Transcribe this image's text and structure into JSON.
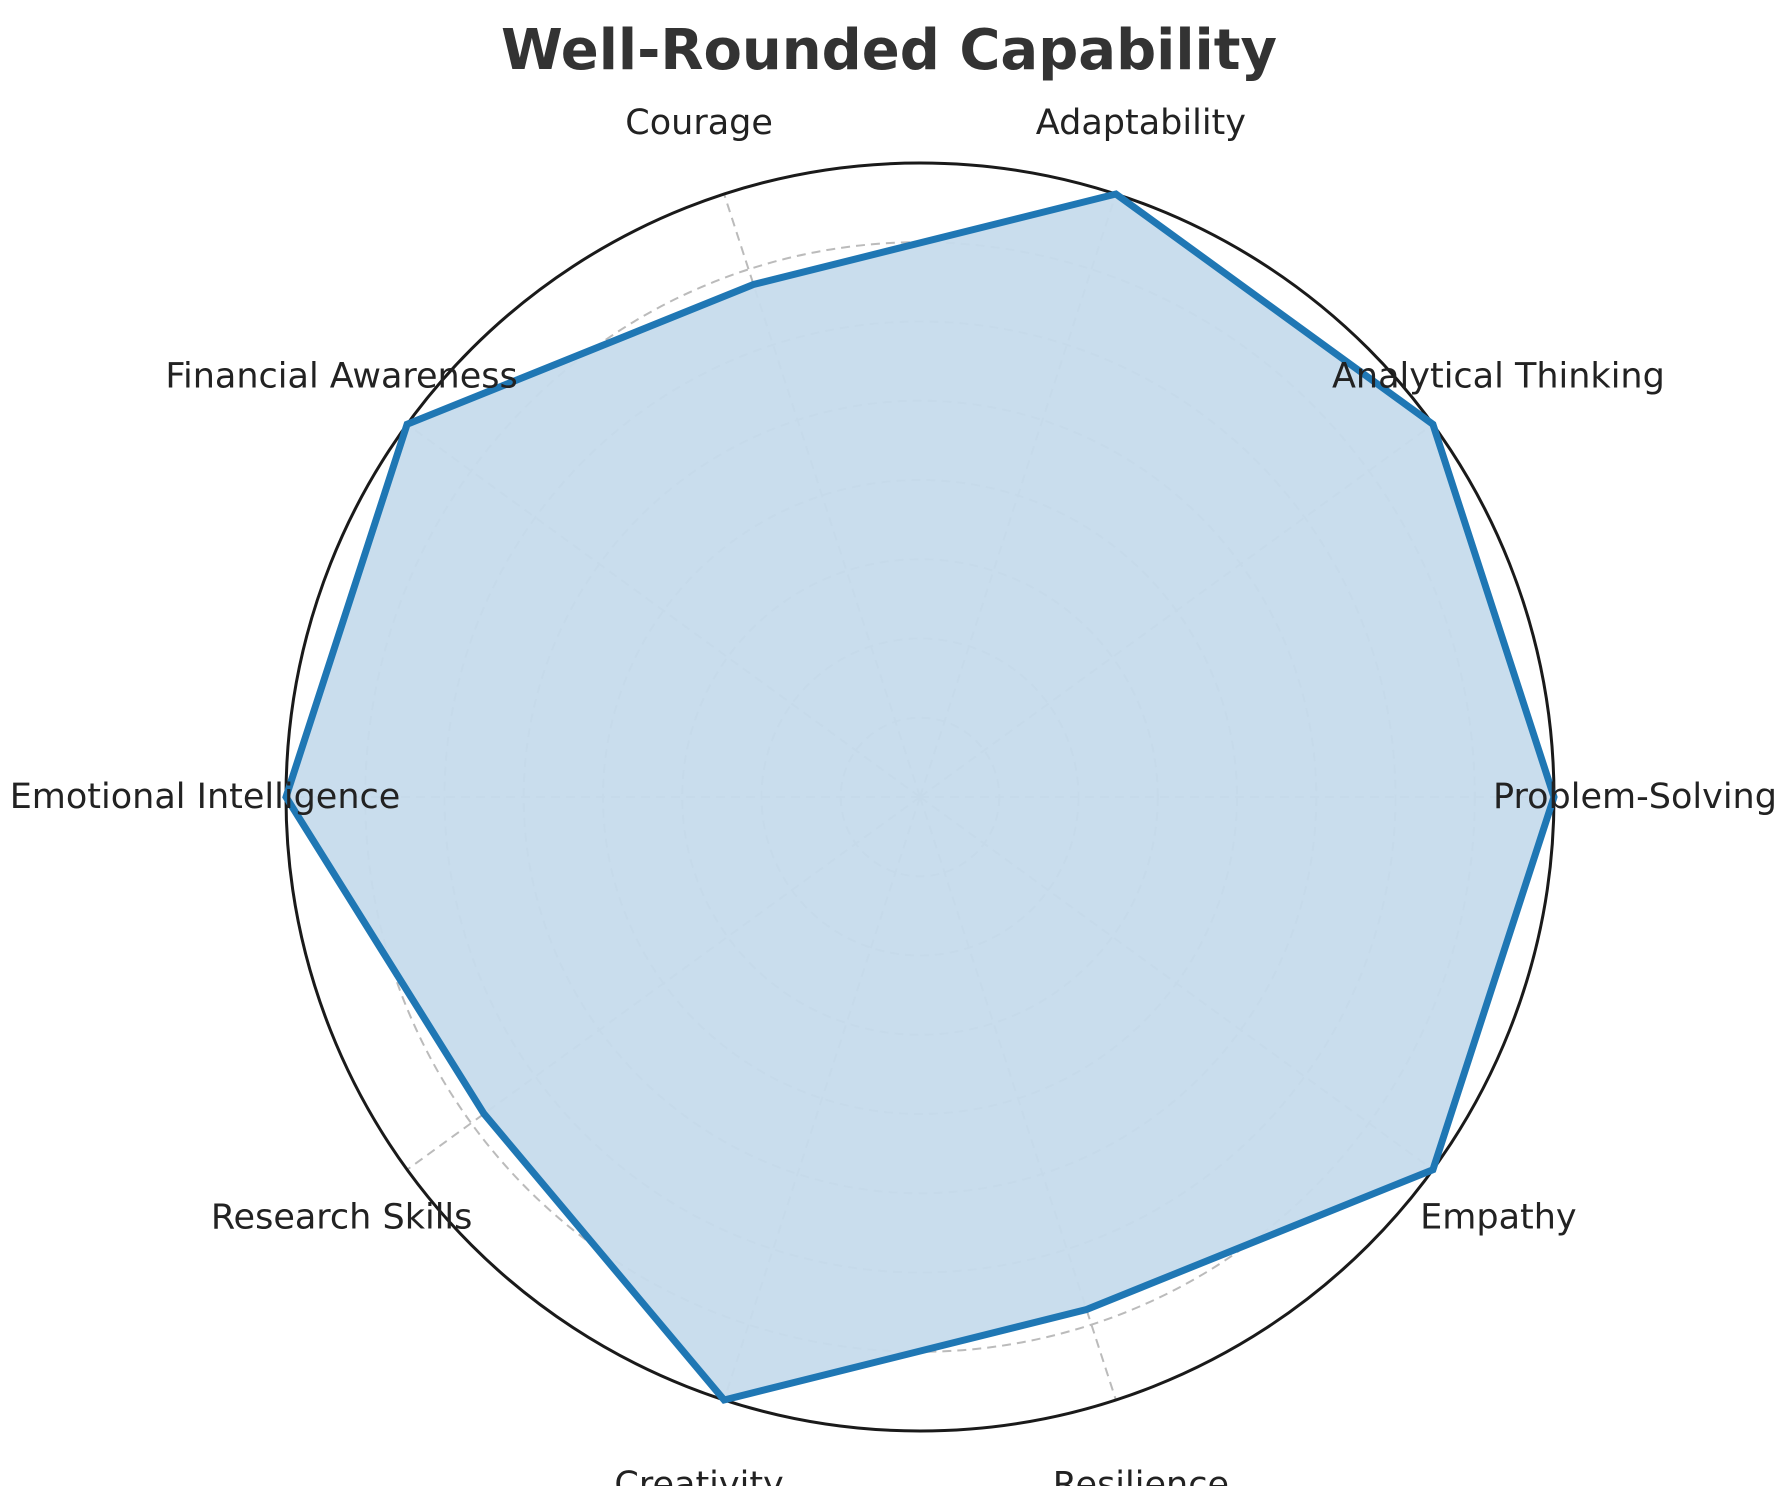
{
  "chart_data": {
    "type": "radar",
    "title": "Well-Rounded Capability",
    "categories": [
      "Problem-Solving",
      "Analytical Thinking",
      "Adaptability",
      "Courage",
      "Financial Awareness",
      "Emotional Intelligence",
      "Research Skills",
      "Creativity",
      "Resilience",
      "Empathy"
    ],
    "series": [
      {
        "values": [
          10,
          10,
          10,
          8.5,
          10,
          10,
          8.5,
          10,
          8.5,
          10
        ]
      }
    ],
    "rlim": [
      0,
      10
    ],
    "grid": true,
    "colors": {
      "line": "#1f77b4",
      "fill": "#c6dbec",
      "grid": "#bbbbbb",
      "outline": "#1a1a1a"
    }
  }
}
